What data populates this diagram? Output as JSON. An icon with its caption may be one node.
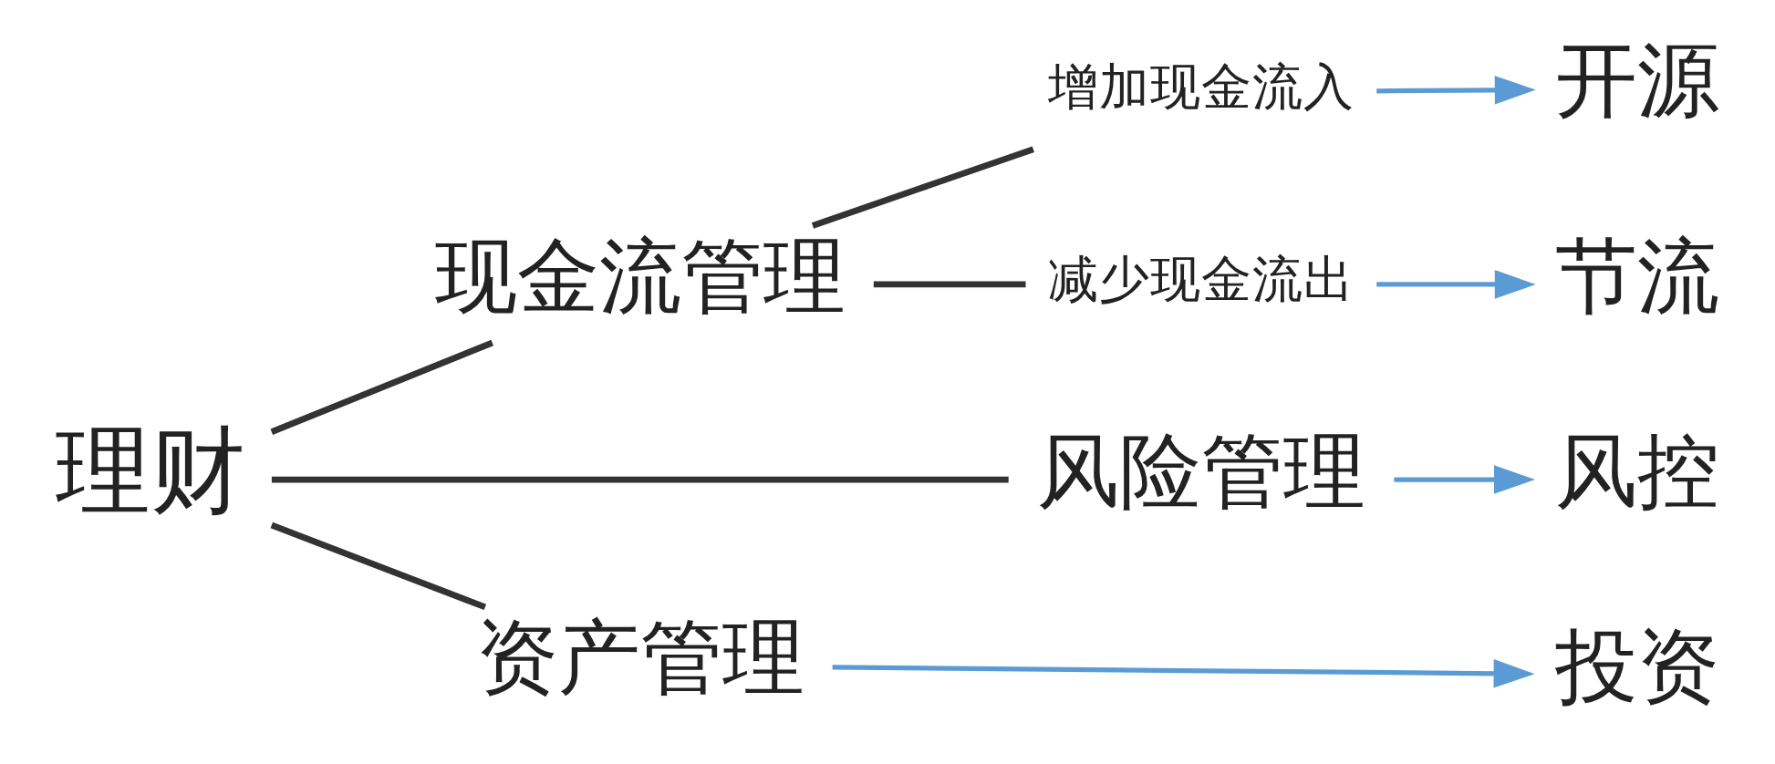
{
  "diagram": {
    "nodes": [
      {
        "text": [
          "理财"
        ]
      },
      {
        "text": [
          "现金流管理"
        ]
      },
      {
        "text": [
          "增加现金流入"
        ]
      },
      {
        "text": [
          "开源"
        ]
      },
      {
        "text": [
          "减少现金流出"
        ]
      },
      {
        "text": [
          "节流"
        ]
      },
      {
        "text": [
          "风险管理"
        ]
      },
      {
        "text": [
          "风控"
        ]
      },
      {
        "text": [
          "资产管理"
        ]
      },
      {
        "text": [
          "投资"
        ]
      }
    ],
    "edges": [
      {
        "from": 0,
        "to": 1,
        "arrow": "none"
      },
      {
        "from": 0,
        "to": 6,
        "arrow": "none"
      },
      {
        "from": 0,
        "to": 8,
        "arrow": "none"
      },
      {
        "from": 1,
        "to": 2,
        "arrow": "none"
      },
      {
        "from": 1,
        "to": 4,
        "arrow": "none"
      },
      {
        "from": 2,
        "to": 3,
        "arrow": "to",
        "color": "#5b9bd5"
      },
      {
        "from": 4,
        "to": 5,
        "arrow": "to",
        "color": "#5b9bd5"
      },
      {
        "from": 6,
        "to": 7,
        "arrow": "to",
        "color": "#5b9bd5"
      },
      {
        "from": 8,
        "to": 9,
        "arrow": "to",
        "color": "#5b9bd5"
      }
    ]
  }
}
